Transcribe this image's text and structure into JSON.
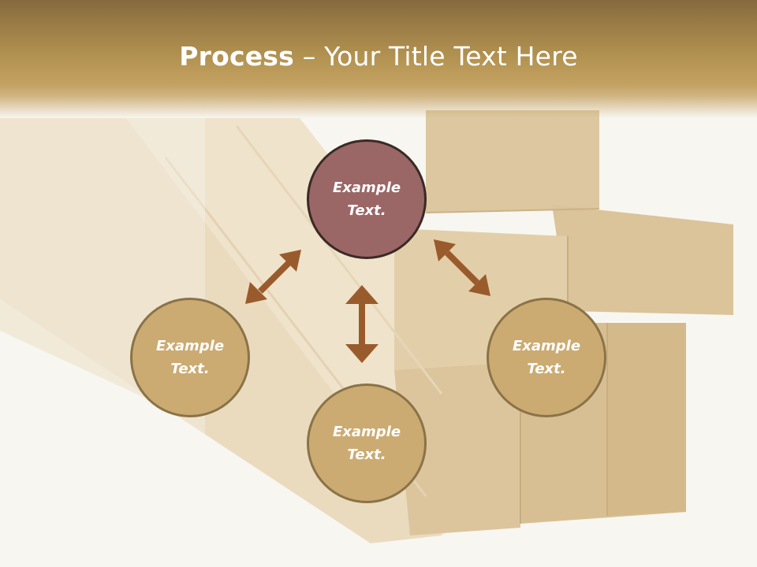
{
  "slide": {
    "title_bold": "Process",
    "title_separator": " – ",
    "title_rest": "Your Title Text Here"
  },
  "diagram": {
    "nodes": [
      {
        "id": "top",
        "label": "Example\nText.",
        "color": "#9b6666"
      },
      {
        "id": "left",
        "label": "Example\nText.",
        "color": "#cbab72"
      },
      {
        "id": "bottom",
        "label": "Example\nText.",
        "color": "#cbab72"
      },
      {
        "id": "right",
        "label": "Example\nText.",
        "color": "#cbab72"
      }
    ],
    "connector_color": "#9a5b2c"
  }
}
